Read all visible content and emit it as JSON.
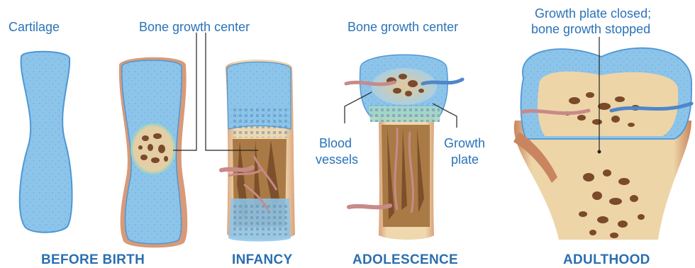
{
  "labels": {
    "cartilage": "Cartilage",
    "bone_growth_center_1": "Bone growth center",
    "bone_growth_center_2": "Bone growth center",
    "blood_vessels_line1": "Blood",
    "blood_vessels_line2": "vessels",
    "growth_plate_line1": "Growth",
    "growth_plate_line2": "plate",
    "growth_plate_closed_line1": "Growth plate closed;",
    "growth_plate_closed_line2": "bone growth stopped"
  },
  "stages": [
    {
      "title": "BEFORE BIRTH"
    },
    {
      "title": "INFANCY"
    },
    {
      "title": "ADOLESCENCE"
    },
    {
      "title": "ADULTHOOD"
    }
  ],
  "colors": {
    "label_blue": "#2a73b8",
    "cartilage_blue": "#8cc4ea",
    "cartilage_edge": "#4f97d4",
    "bone_tan": "#e9cfa2",
    "marrow_brown": "#a97a45",
    "cavity_dark": "#6a3d22",
    "vessel_pink": "#c88a88",
    "vessel_blue": "#4f86c8"
  }
}
